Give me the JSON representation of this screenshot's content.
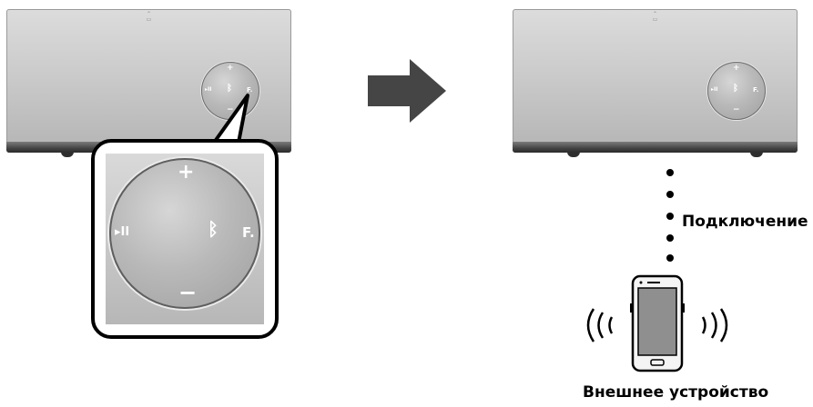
{
  "speaker_controls": {
    "volume_up": "+",
    "volume_down": "−",
    "play_pause": "▸II",
    "function": "F.",
    "bluetooth": "bluetooth-icon"
  },
  "labels": {
    "connection": "Подключение",
    "external_device": "Внешнее устройство"
  },
  "colors": {
    "speaker_body": "#c8c8c8",
    "speaker_base": "#3a3a3a",
    "arrow": "#444444",
    "outline": "#000000"
  }
}
